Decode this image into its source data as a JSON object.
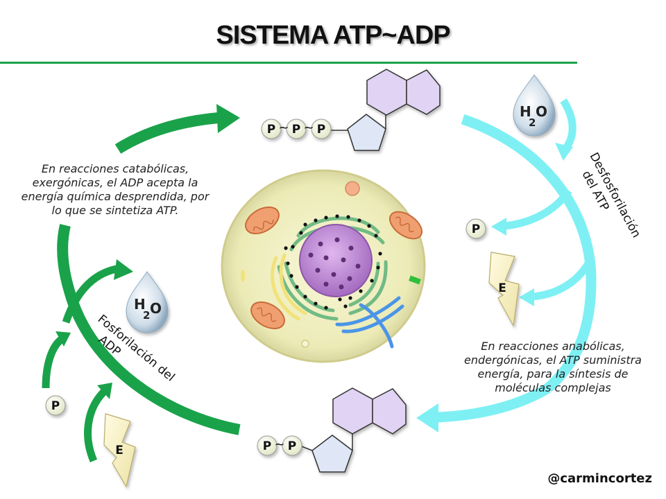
{
  "title": "SISTEMA ATP~ADP",
  "atp": {
    "p1": "P",
    "p2": "P",
    "p3": "P",
    "bond": "~"
  },
  "adp": {
    "p1": "P",
    "p2": "P",
    "bond": "~"
  },
  "water": {
    "h": "H",
    "sub": "2",
    "o": "O"
  },
  "phosphate": "P",
  "energy": "E",
  "labels": {
    "dephosphorylation": [
      "Desfosforilación",
      "del ATP"
    ],
    "phosphorylation": [
      "Fosforilación del",
      "ADP"
    ]
  },
  "notes": {
    "catabolic": "En reacciones catabólicas, exergónicas, el ADP acepta la energía química desprendida, por lo que se sintetiza ATP.",
    "anabolic": "En reacciones anabólicas, endergónicas, el ATP suministra energía, para la síntesis de moléculas complejas"
  },
  "credit": "@carmincortez",
  "colors": {
    "green": "#1aa24a",
    "cyan": "#7ef0f4",
    "title_rule": "#1aa24a"
  }
}
